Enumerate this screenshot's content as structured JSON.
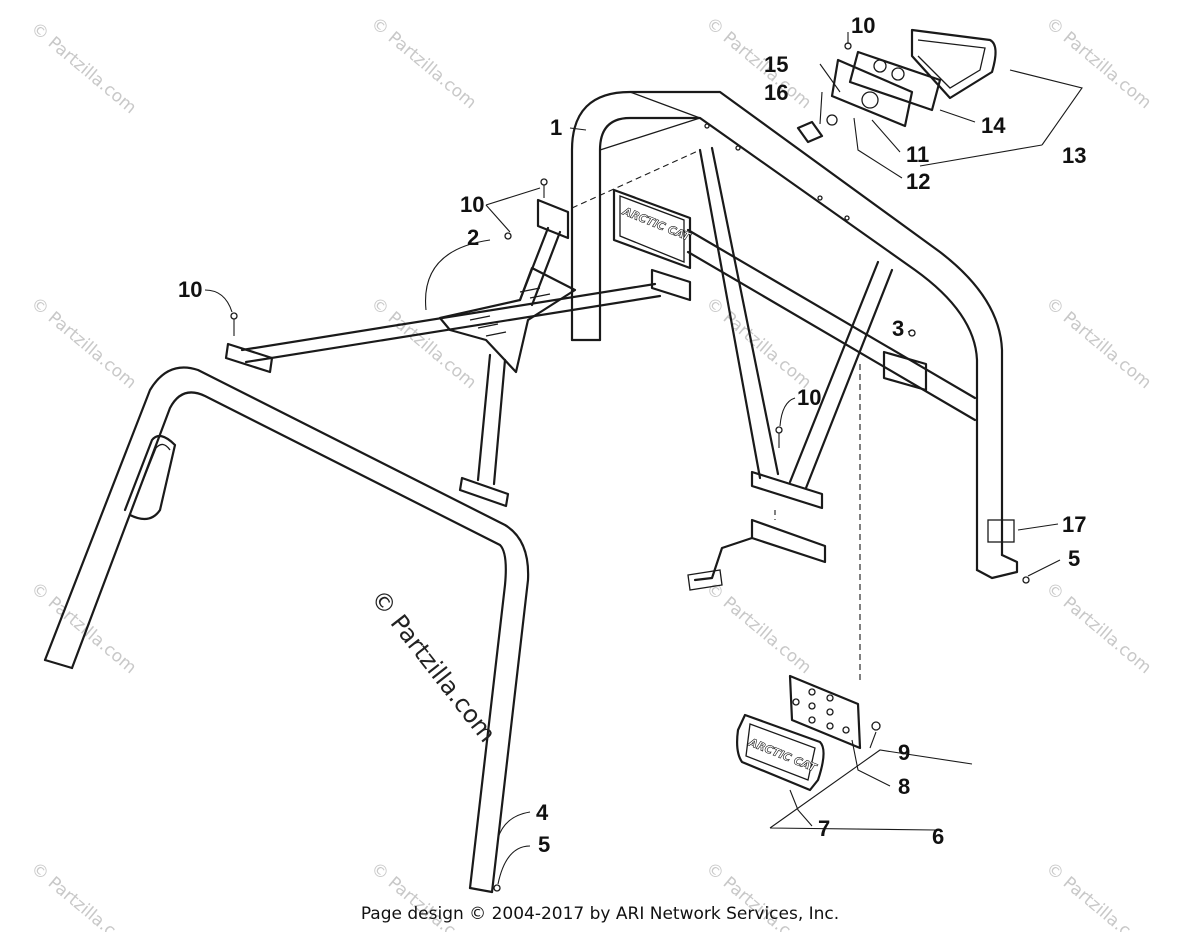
{
  "diagram": {
    "callouts": {
      "c1": "1",
      "c2": "2",
      "c3": "3",
      "c4": "4",
      "c5a": "5",
      "c5b": "5",
      "c6": "6",
      "c7": "7",
      "c8": "8",
      "c9": "9",
      "c10a": "10",
      "c10b": "10",
      "c10c": "10",
      "c10d": "10",
      "c11": "11",
      "c12": "12",
      "c13": "13",
      "c14": "14",
      "c15": "15",
      "c16": "16",
      "c17": "17"
    },
    "brand_text": "ARCTIC CAT",
    "watermark_small": "© Partzilla.com",
    "watermark_large": "© Partzilla.com"
  },
  "footer": {
    "text": "Page design © 2004-2017 by ARI Network Services, Inc."
  }
}
